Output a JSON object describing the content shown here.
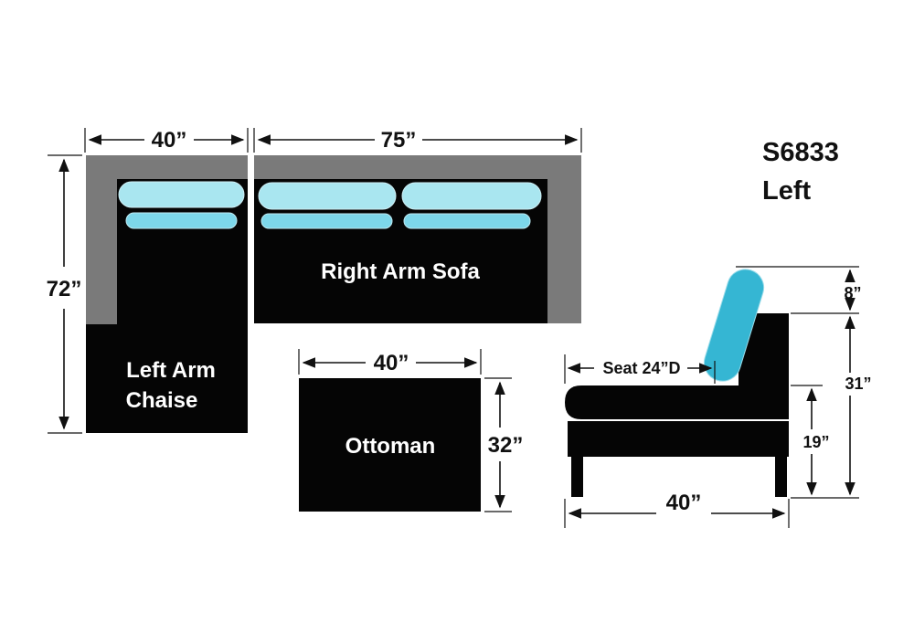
{
  "model": {
    "code": "S6833",
    "orientation": "Left"
  },
  "pieces": {
    "chaise_label_line1": "Left Arm",
    "chaise_label_line2": "Chaise",
    "sofa_label": "Right Arm Sofa",
    "ottoman_label": "Ottoman"
  },
  "dimensions": {
    "chaise_width": "40”",
    "sofa_width": "75”",
    "overall_depth": "72”",
    "ottoman_width": "40”",
    "ottoman_depth": "32”",
    "seat_depth": "Seat 24”D",
    "side_depth": "40”",
    "back_cushion_height": "8”",
    "back_height": "31”",
    "seat_height": "19”"
  },
  "colors": {
    "frame": "#7a7a7a",
    "seat": "#050505",
    "cushion": "#a9e6f0",
    "cushion_lower": "#7dd7ea",
    "side_cushion": "#35b6d3",
    "line": "#111111"
  }
}
